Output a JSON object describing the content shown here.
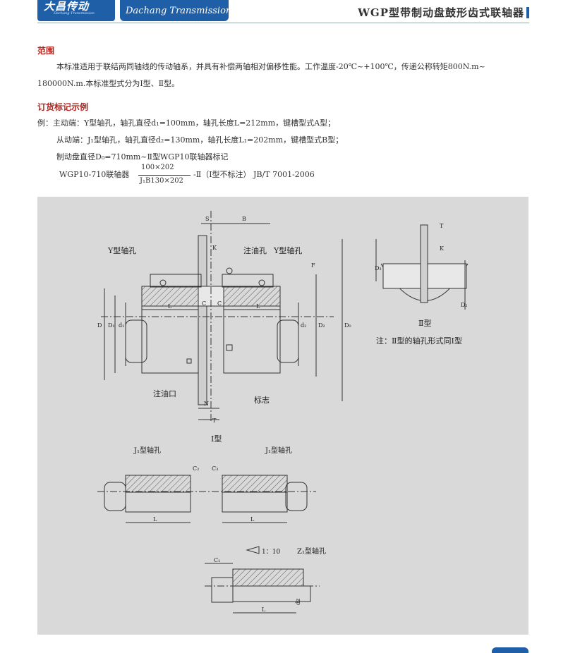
{
  "header": {
    "logo_cn": "大昌传动",
    "logo_en_small": "Dachang Transmission",
    "brand": "Dachang Transmission",
    "title": "WGP型带制动盘鼓形齿式联轴器"
  },
  "scope": {
    "heading": "范围",
    "line1": "本标准适用于联结两同轴线的传动轴系，并具有补偿两轴相对偏移性能。工作温度-20℃~+100℃，传递公称转矩800N.m~",
    "line2": "180000N.m.本标准型式分为Ⅰ型、Ⅱ型。"
  },
  "order": {
    "heading": "订货标记示例",
    "line1": "例：主动端：Y型轴孔，轴孔直径d₁=100mm，轴孔长度L=212mm，键槽型式A型；",
    "line2": "从动端：J₁型轴孔，轴孔直径d₂=130mm，轴孔长度L₁=202mm，键槽型式B型；",
    "line3": "制动盘直径D₀=710mm~Ⅱ型WGP10联轴器标记",
    "mark_prefix": "WGP10-710联轴器",
    "numerator": "100×202",
    "denominator": "J₁B130×202",
    "mark_suffix": "-Ⅱ（Ⅰ型不标注） JB/T 7001-2006"
  },
  "figure": {
    "type1": {
      "y_bore": "Y型轴孔",
      "oil_hole": "注油孔",
      "oil_port": "注油口",
      "mark": "标志",
      "S": "S",
      "B": "B",
      "K": "K",
      "F": "F",
      "C": "C",
      "L": "L",
      "D": "D",
      "D1": "D₁",
      "d1": "d₁",
      "d2": "d₂",
      "D2": "D₂",
      "D0": "D₀",
      "N": "N",
      "T": "T",
      "caption": "Ⅰ型"
    },
    "type2": {
      "T": "T",
      "K": "K",
      "D3": "D₃",
      "D2": "D₂",
      "caption": "Ⅱ型",
      "note": "注：Ⅱ型的轴孔形式同Ⅰ型"
    },
    "j1": {
      "left_label": "J₁型轴孔",
      "right_label": "J₁型轴孔",
      "C2": "C₂",
      "C3": "C₃",
      "L": "L"
    },
    "z1": {
      "taper": "1：10",
      "label": "Z₁型轴孔",
      "C1": "C₁",
      "L": "L",
      "dz": "dz"
    }
  },
  "colors": {
    "brand_blue": "#1e5fa8",
    "heading_red": "#b0261f",
    "figure_bg": "#d9d9d9"
  }
}
